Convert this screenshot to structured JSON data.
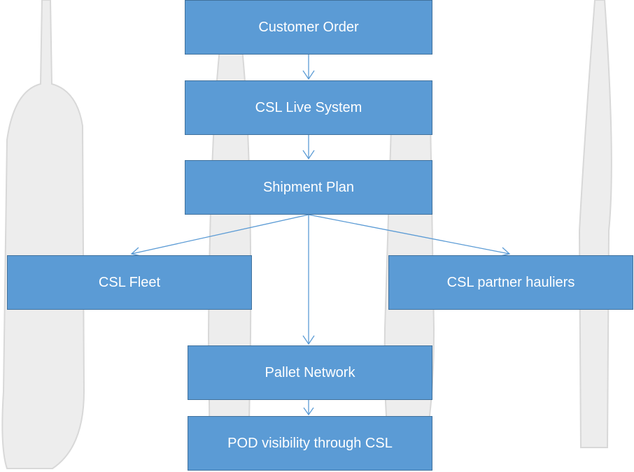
{
  "nodes": {
    "customer_order": "Customer Order",
    "csl_live_system": "CSL Live System",
    "shipment_plan": "Shipment Plan",
    "csl_fleet": "CSL Fleet",
    "csl_partner_hauliers": "CSL partner hauliers",
    "pallet_network": "Pallet Network",
    "pod_visibility": "POD visibility through CSL"
  },
  "colors": {
    "node_fill": "#5b9bd5",
    "node_border": "#41719c",
    "arrow": "#5b9bd5"
  }
}
